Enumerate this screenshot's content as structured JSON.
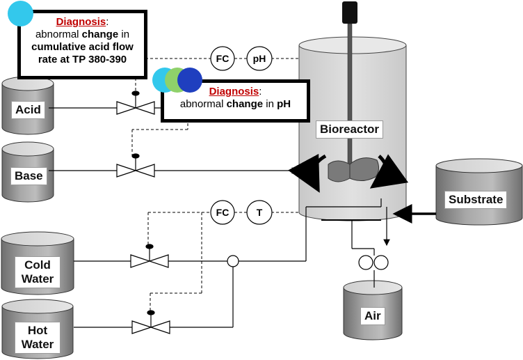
{
  "tanks": {
    "acid": "Acid",
    "base": "Base",
    "cold_water_line1": "Cold",
    "cold_water_line2": "Water",
    "hot_water_line1": "Hot",
    "hot_water_line2": "Water",
    "substrate": "Substrate",
    "air": "Air"
  },
  "reactor": {
    "label": "Bioreactor"
  },
  "controllers": {
    "fc_top": "FC",
    "ph": "pH",
    "fc_bottom": "FC",
    "t": "T"
  },
  "diagnosis_1": {
    "title": "Diagnosis",
    "colon": ":",
    "line1_pre": "abnormal ",
    "line1_bold": "change",
    "line1_post": " in",
    "line2": "cumulative acid flow",
    "line3": "rate at TP 380-390",
    "marker_colors": [
      "#33c8ec"
    ]
  },
  "diagnosis_2": {
    "title": "Diagnosis",
    "colon": ":",
    "line1_pre": "abnormal ",
    "line1_bold": "change",
    "line1_mid": " in ",
    "line1_bold2": "pH",
    "marker_colors": [
      "#33c8ec",
      "#8fd16a",
      "#1f3fbf"
    ]
  },
  "colors": {
    "tank_gradient_dark": "#7f7f7f",
    "tank_gradient_light": "#d9d9d9",
    "reactor_fill": "#d6d6d6",
    "diagnosis_title": "#c00000"
  }
}
